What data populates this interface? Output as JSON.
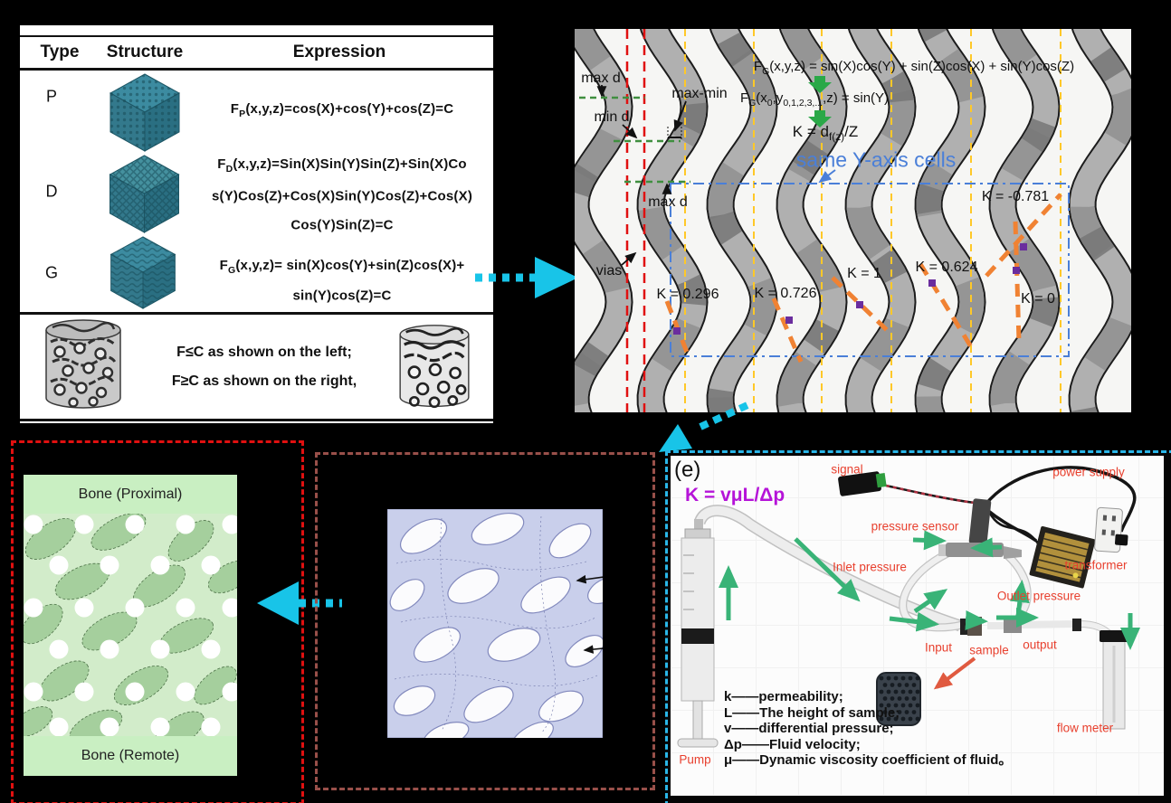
{
  "colors": {
    "cyan_arrow": "#18c4e8",
    "red_border": "#e01010",
    "brown_border": "#99504a",
    "cyan_border": "#29b6e8",
    "magenta": "#b513d8",
    "red_label": "#e8402e",
    "green_arrow": "#39b377",
    "orange": "#f08233",
    "purple": "#6a2d9e",
    "yellow": "#ffc828",
    "green_dash": "#3f8f3f",
    "blue": "#4a7fd8",
    "teal": "#2e7f96"
  },
  "table": {
    "header": {
      "type": "Type",
      "structure": "Structure",
      "expression": "Expression"
    },
    "row_types": [
      "P",
      "D",
      "G"
    ],
    "expr_p": {
      "f": "F",
      "sub": "P",
      "rest": "(x,y,z)=cos(X)+cos(Y)+cos(Z)=C"
    },
    "expr_d": {
      "f": "F",
      "sub": "D",
      "line1": "(x,y,z)=Sin(X)Sin(Y)Sin(Z)+Sin(X)Co",
      "line2": "s(Y)Cos(Z)+Cos(X)Sin(Y)Cos(Z)+Cos(X)",
      "line3": "Cos(Y)Sin(Z)=C"
    },
    "expr_g": {
      "f": "F",
      "sub": "G",
      "line1": "(x,y,z)= sin(X)cos(Y)+sin(Z)cos(X)+",
      "line2": "sin(Y)cos(Z)=C"
    },
    "note1": "F≤C as shown on the left;",
    "note2": "F≥C as shown on the right,"
  },
  "gradient": {
    "formula1": {
      "f": "F",
      "sub": "G",
      "rest": "(x,y,z) = sin(X)cos(Y) + sin(Z)cos(X) + sin(Y)cos(Z)"
    },
    "formula2": {
      "f": "F",
      "sub": "G",
      "p1": "(x",
      "s1": "0",
      "p2": ",y",
      "s2": "0,1,2,3,...",
      "p3": ",z) = sin(Y)"
    },
    "formula3": {
      "p1": "K = d",
      "s1": "f(z)",
      "p2": "/Z"
    },
    "same_y": "same Y-axis cells",
    "max_d": "max d",
    "min_d": "min d",
    "max_min": "max-min",
    "max_d2": "max d",
    "vias": "vias",
    "k_labels": [
      "K = 0.296",
      "K = 0.726",
      "K = 1",
      "K = 0.624",
      "K = -0.781",
      "K = 0"
    ]
  },
  "bone": {
    "proximal": "Bone (Proximal)",
    "remote": "Bone (Remote)"
  },
  "permeability": {
    "panel_label": "(e)",
    "formula": "K = vμL/Δp",
    "labels": {
      "signal": "signal",
      "power_supply": "power supply",
      "pressure_sensor": "pressure sensor",
      "inlet": "Inlet pressure",
      "outlet": "Outlet pressure",
      "transformer": "transformer",
      "input": "Input",
      "sample": "sample",
      "output": "output",
      "flow_meter": "flow meter",
      "pump": "Pump"
    },
    "legend": [
      "k——permeability;",
      "L——The height of sample;",
      "v——differential pressure;",
      "Δp——Fluid velocity;",
      "μ——Dynamic viscosity coefficient of fluid。"
    ]
  }
}
